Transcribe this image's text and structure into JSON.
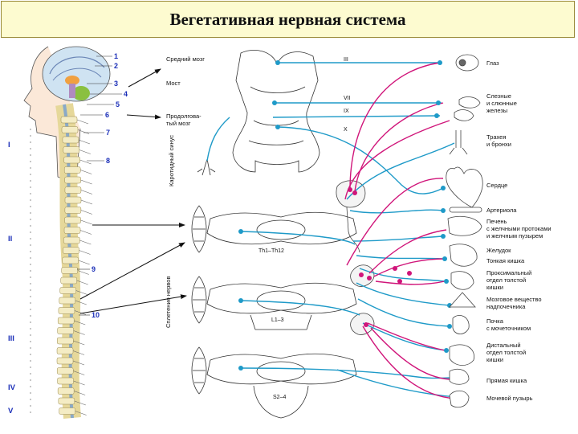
{
  "title": "Вегетативная нервная система",
  "colors": {
    "parasympathetic": "#d0157a",
    "sympathetic": "#1e9ac8",
    "label_blue": "#1b2fb8"
  },
  "brain_labels": [
    "Средний мозг",
    "Мост",
    "Продолгова-",
    "тый мозг"
  ],
  "side_labels": [
    "Каротидный синус",
    "Сплетение нервов"
  ],
  "brain_numbers": [
    "1",
    "2",
    "3",
    "4",
    "5",
    "6",
    "7",
    "8",
    "9",
    "10"
  ],
  "spine_regions": [
    "I",
    "II",
    "III",
    "IV",
    "V"
  ],
  "nerve_labels": [
    "III",
    "VII",
    "IX",
    "X"
  ],
  "segment_labels": [
    "Th1–Th12",
    "L1–3",
    "S2–4"
  ],
  "organs": [
    "Глаз",
    "Слезные",
    "и слюнные",
    "железы",
    "Трахея",
    "и бронхи",
    "Сердце",
    "Артериола",
    "Печень",
    "с желчными протоками",
    "и желчным пузырем",
    "Желудок",
    "Тонкая кишка",
    "Проксимальный",
    "отдел толстой",
    "кишки",
    "Мозговое вещество",
    "надпочечника",
    "Почка",
    "с мочеточником",
    "Дистальный",
    "отдел толстой",
    "кишки",
    "Прямая кишка",
    "Мочевой пузырь"
  ]
}
